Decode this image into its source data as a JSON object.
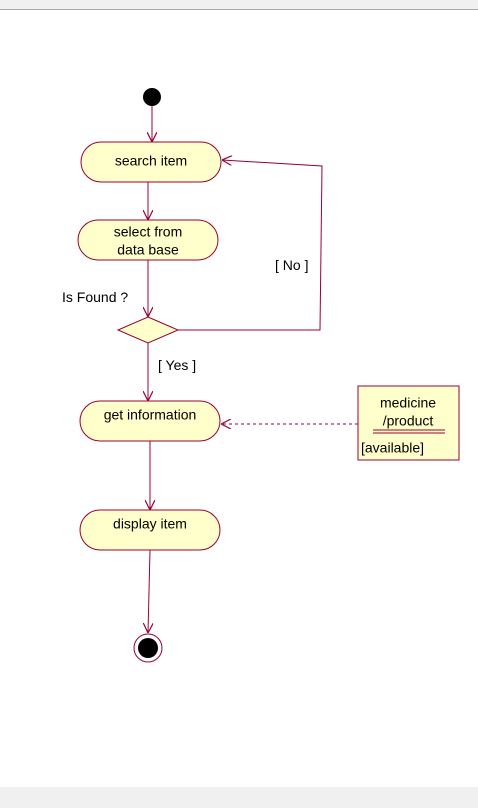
{
  "diagram": {
    "activities": [
      {
        "id": "search",
        "label": "search item"
      },
      {
        "id": "select",
        "lines": [
          "select from",
          "data base"
        ]
      },
      {
        "id": "get_info",
        "label": "get information"
      },
      {
        "id": "display",
        "label": "display item"
      }
    ],
    "decision_label": "Is Found ?",
    "guards": {
      "no": "[ No ]",
      "yes": "[ Yes ]"
    },
    "object_node": {
      "name_lines": [
        "medicine",
        "/product"
      ],
      "state": "[available]"
    }
  },
  "colors": {
    "node_fill": "#ffffcc",
    "line": "#990033",
    "object_border": "#990033",
    "start_end": "#000000"
  }
}
